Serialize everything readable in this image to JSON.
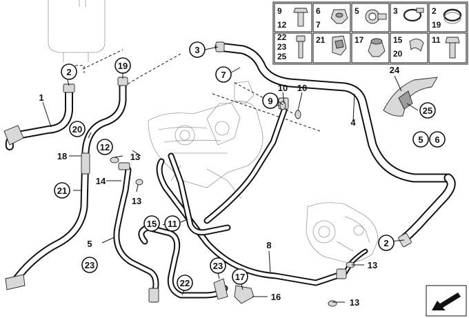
{
  "legend": {
    "rows": [
      {
        "cells": [
          {
            "labels": [
              "9",
              "12"
            ],
            "icon": "bolt-flanged-icon"
          },
          {
            "labels": [
              "6",
              "7"
            ],
            "icon": "hex-nut-icon"
          },
          {
            "labels": [
              "5"
            ],
            "icon": "hose-clip-icon"
          },
          {
            "labels": [
              "3"
            ],
            "icon": "clamp-ring-icon"
          },
          {
            "labels": [
              "2",
              "19"
            ],
            "icon": "hose-clamp-icon"
          }
        ]
      },
      {
        "cells": [
          {
            "labels": [
              "22",
              "23",
              "25"
            ],
            "icon": "screw-icon"
          },
          {
            "labels": [
              "21"
            ],
            "icon": "bracket-clip-icon"
          },
          {
            "labels": [
              "17"
            ],
            "icon": "collar-nut-icon"
          },
          {
            "labels": [
              "15",
              "20"
            ],
            "icon": "half-clip-icon"
          },
          {
            "labels": [
              "11"
            ],
            "icon": "hex-bolt-icon"
          }
        ]
      }
    ]
  },
  "callouts": {
    "c1": "1",
    "c2a": "2",
    "c2b": "2",
    "c3": "3",
    "c4": "4",
    "c5a": "5",
    "c5b": "5",
    "c6": "6",
    "c7": "7",
    "c8": "8",
    "c9": "9",
    "c10a": "10",
    "c10b": "10",
    "c11": "11",
    "c12": "12",
    "c13a": "13",
    "c13b": "13",
    "c13c": "13",
    "c13d": "13",
    "c14": "14",
    "c15": "15",
    "c16": "16",
    "c17": "17",
    "c18": "18",
    "c19": "19",
    "c20": "20",
    "c21": "21",
    "c22": "22",
    "c23a": "23",
    "c23b": "23",
    "c24": "24",
    "c25": "25"
  },
  "icons": {
    "corner_arrow": "direction-arrow-icon"
  }
}
